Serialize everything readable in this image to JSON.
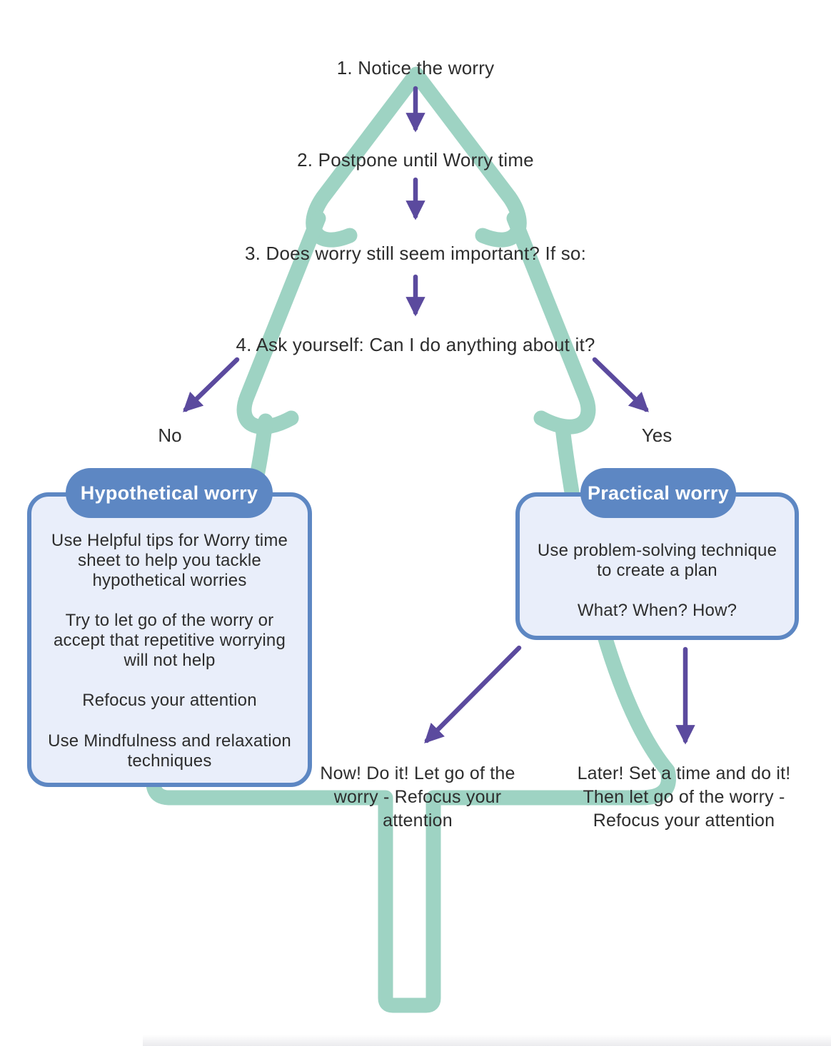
{
  "steps": [
    "1. Notice the worry",
    "2. Postpone until Worry time",
    "3. Does worry still seem important? If so:",
    "4. Ask yourself: Can I do anything about it?"
  ],
  "branches": {
    "no": "No",
    "yes": "Yes"
  },
  "hypothetical": {
    "title": "Hypothetical worry",
    "paragraphs": [
      "Use Helpful tips for Worry time sheet to help you tackle hypothetical worries",
      "Try to let go of the worry or accept that repetitive worrying will not help",
      "Refocus your attention",
      "Use Mindfulness and relaxation techniques"
    ]
  },
  "practical": {
    "title": "Practical worry",
    "paragraphs": [
      "Use problem-solving technique to create a plan",
      "What? When? How?"
    ]
  },
  "outcomes": {
    "now": "Now! Do it! Let go of the worry - Refocus your attention",
    "later": "Later! Set a time and do it! Then let go of the worry - Refocus your attention"
  },
  "colors": {
    "tree": "#9ed3c3",
    "arrow": "#5b4a9e",
    "box_fill": "#e9eefa",
    "box_border": "#5d87c3",
    "header_fill": "#5d87c3",
    "header_text": "#ffffff",
    "text": "#2d2d2d"
  }
}
